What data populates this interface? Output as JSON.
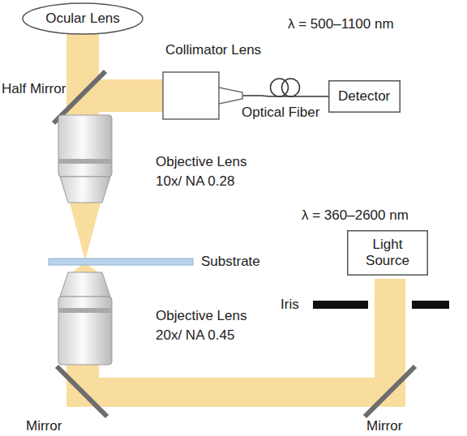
{
  "diagram": {
    "nodes": [
      {
        "text": [
          "Ocular Lens"
        ]
      },
      {
        "text": [
          "Collimator Lens"
        ]
      },
      {
        "text": [
          "Detector"
        ]
      },
      {
        "text": [
          "Light Source"
        ]
      }
    ],
    "edges": [
      {
        "from": 1,
        "to": 2,
        "arrow": "none",
        "label": "Optical Fiber"
      }
    ],
    "labels": [
      "λ = 500–1100 nm",
      "Half Mirror",
      "Objective Lens",
      "10x/ NA 0.28",
      "Substrate",
      "λ = 360–2600 nm",
      "Objective Lens",
      "20x/ NA 0.45",
      "Iris",
      "Mirror",
      "Mirror"
    ]
  }
}
